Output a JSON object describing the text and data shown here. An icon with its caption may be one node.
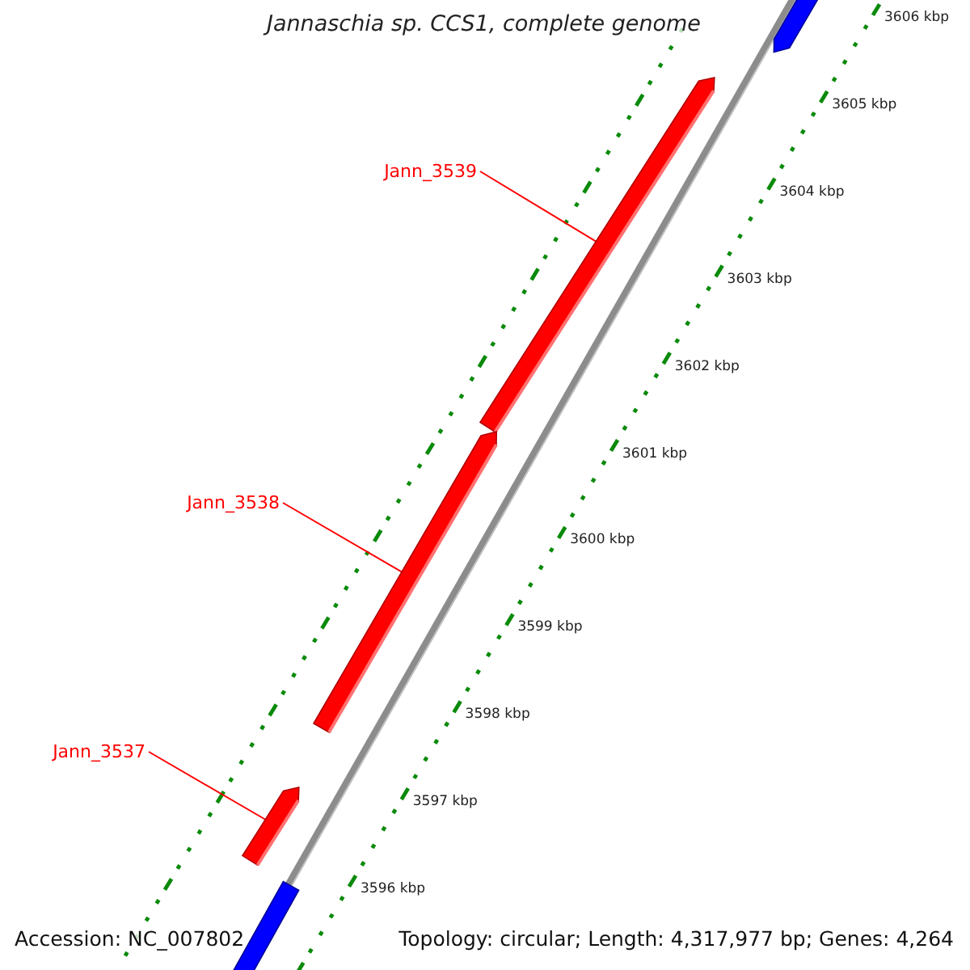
{
  "diagram": {
    "title": "Jannaschia sp. CCS1, complete genome",
    "nodes": [
      {
        "text": [
          "Jann_3539"
        ]
      },
      {
        "text": [],
        "shape": "arrow"
      },
      {
        "text": [
          "Jann_3538"
        ]
      },
      {
        "text": [],
        "shape": "arrow"
      },
      {
        "text": [
          "Jann_3537"
        ]
      },
      {
        "text": [],
        "shape": "arrow"
      }
    ],
    "edges": [
      {
        "from": 0,
        "to": 1,
        "arrow": "none"
      },
      {
        "from": 2,
        "to": 3,
        "arrow": "none"
      },
      {
        "from": 4,
        "to": 5,
        "arrow": "none"
      }
    ],
    "labels": [
      "3606 kbp",
      "3605 kbp",
      "3604 kbp",
      "3603 kbp",
      "3602 kbp",
      "3601 kbp",
      "3600 kbp",
      "3599 kbp",
      "3598 kbp",
      "3597 kbp",
      "3596 kbp",
      "Accession: NC_007802",
      "Topology: circular; Length: 4,317,977 bp; Genes: 4,264"
    ]
  }
}
